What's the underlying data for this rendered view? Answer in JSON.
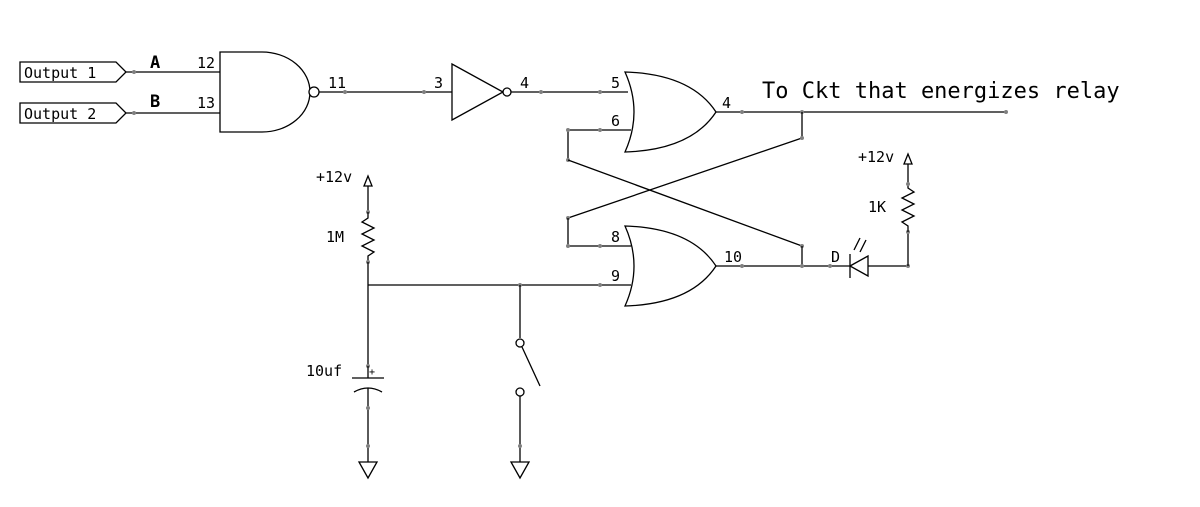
{
  "inputs": {
    "output1": "Output 1",
    "output2": "Output 2"
  },
  "signals": {
    "a": "A",
    "b": "B"
  },
  "pins": {
    "p12": "12",
    "p13": "13",
    "p11": "11",
    "p3": "3",
    "p4a": "4",
    "p5": "5",
    "p6": "6",
    "p4b": "4",
    "p8": "8",
    "p9": "9",
    "p10": "10"
  },
  "output_label": "To Ckt that energizes relay",
  "supply": {
    "left": "+12v",
    "right": "+12v"
  },
  "components": {
    "r1": "1M",
    "r2": "1K",
    "cap": "10uf",
    "cap_plus": "+",
    "diode": "D"
  }
}
